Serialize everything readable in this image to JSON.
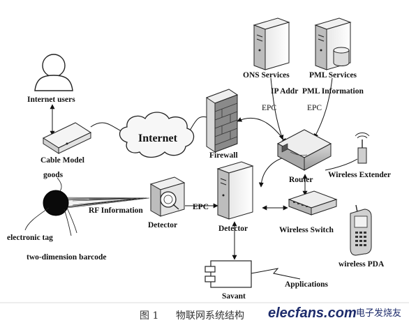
{
  "diagram": {
    "nodes": {
      "internet_users": "Internet users",
      "cable_model": "Cable Model",
      "internet": "Internet",
      "firewall": "Firewall",
      "ons_services": "ONS Services",
      "pml_services": "PML Services",
      "router": "Router",
      "wireless_extender": "Wireless Extender",
      "detector_server": "Detector",
      "wireless_switch": "Wireless Switch",
      "wireless_pda": "wireless PDA",
      "detector_reader": "Detector",
      "savant": "Savant",
      "applications": "Applications",
      "goods": "goods",
      "electronic_tag": "electronic tag",
      "barcode": "two-dimension barcode"
    },
    "edge_labels": {
      "ip_addr": "IP Addr",
      "pml_information": "PML Information",
      "epc_left": "EPC",
      "epc_right": "EPC",
      "rf_information": "RF Information",
      "epc_link": "EPC"
    },
    "caption": {
      "figure_number": "图 1",
      "title": "物联网系统结构"
    },
    "watermark": {
      "brand": "elecfans.com",
      "chinese": "电子发烧友"
    }
  }
}
